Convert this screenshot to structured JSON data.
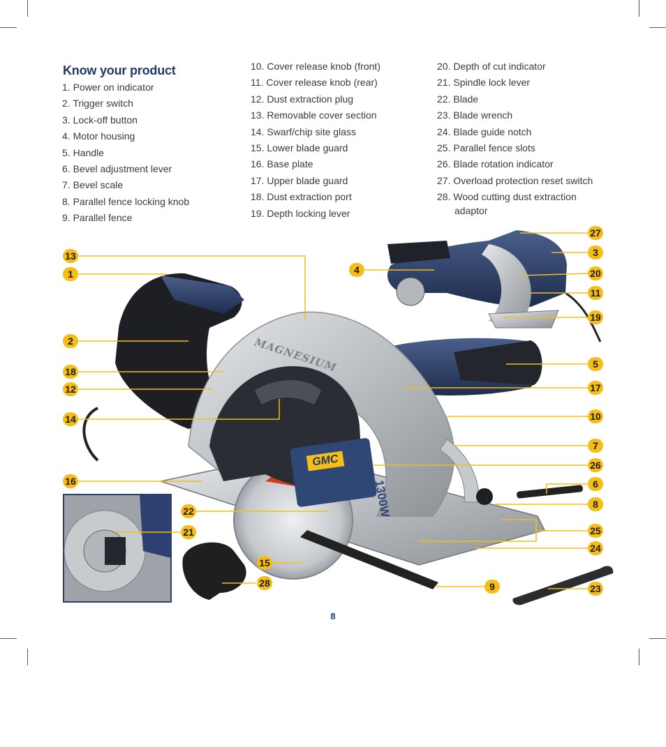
{
  "heading": "Know your product",
  "columns": [
    [
      "1. Power on indicator",
      "2. Trigger switch",
      "3. Lock-off button",
      "4. Motor housing",
      "5. Handle",
      "6. Bevel adjustment lever",
      "7. Bevel scale",
      "8. Parallel fence locking knob",
      "9. Parallel fence"
    ],
    [
      "10. Cover release knob (front)",
      "11. Cover release knob (rear)",
      "12. Dust extraction plug",
      "13. Removable cover section",
      "14. Swarf/chip site glass",
      "15. Lower blade guard",
      "16. Base plate",
      "17. Upper blade guard",
      "18. Dust extraction port",
      "19. Depth locking lever"
    ],
    [
      "20. Depth of cut indicator",
      "21. Spindle lock lever",
      "22. Blade",
      "23. Blade wrench",
      "24. Blade guide notch",
      "25. Parallel fence slots",
      "26. Blade rotation indicator",
      "27. Overload protection reset switch"
    ]
  ],
  "item28": {
    "line1": "28. Wood cutting dust extraction",
    "line2": "adaptor"
  },
  "callouts": [
    "13",
    "1",
    "2",
    "18",
    "12",
    "14",
    "16",
    "4",
    "27",
    "3",
    "20",
    "11",
    "19",
    "5",
    "17",
    "10",
    "7",
    "26",
    "6",
    "8",
    "25",
    "24",
    "23",
    "22",
    "21",
    "15",
    "28",
    "9"
  ],
  "saw_branding": {
    "brand": "GMC",
    "model": "MAGNESIUM",
    "power": "1300W"
  },
  "page_number": "8",
  "colors": {
    "heading": "#1f3a66",
    "badge": "#f6bd16",
    "leader": "#f6bd16",
    "housing_blue": "#2c3f66",
    "guard_silver": "#c8cbce"
  }
}
